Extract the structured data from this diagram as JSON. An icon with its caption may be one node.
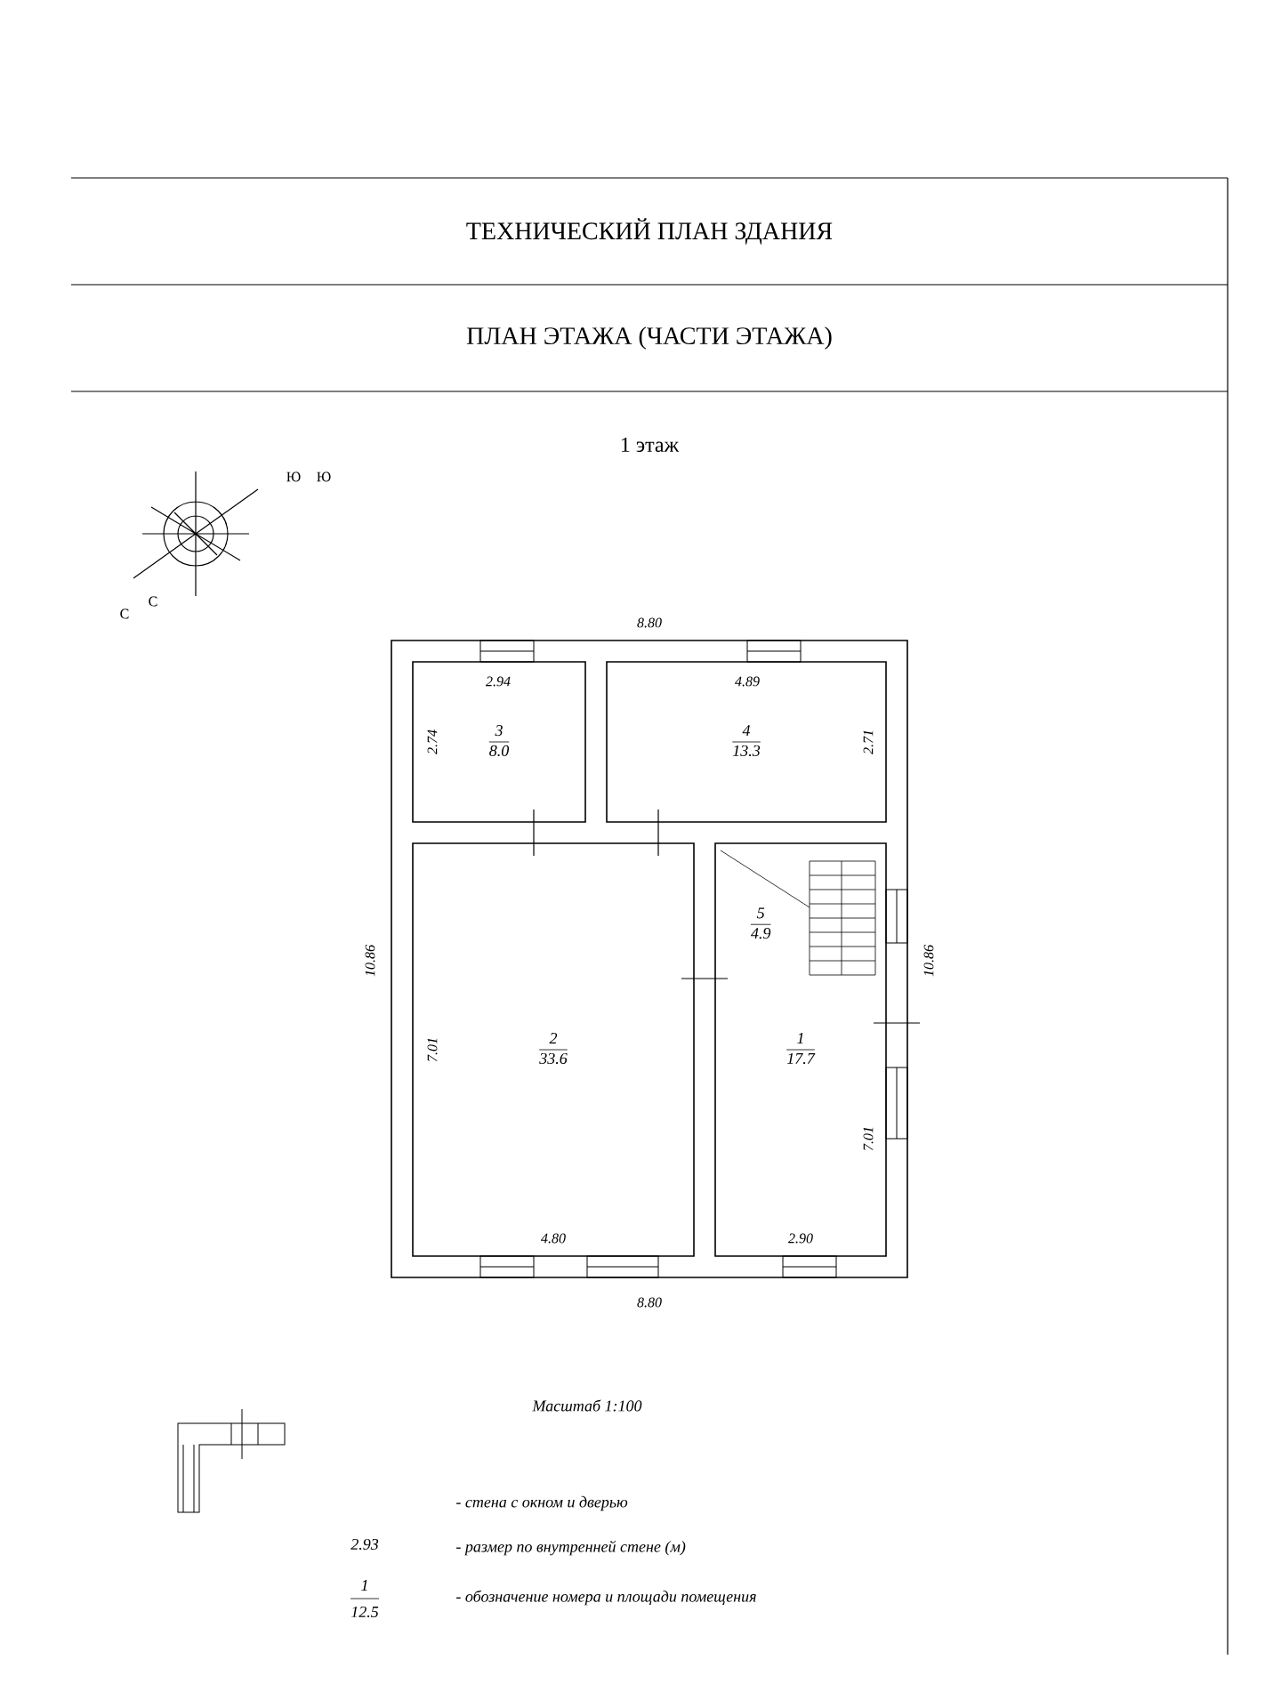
{
  "diagram": {
    "title": "ТЕХНИЧЕСКИЙ ПЛАН ЗДАНИЯ",
    "nodes": [
      {
        "text": [
          "3",
          "8.0"
        ]
      },
      {
        "text": [
          "4",
          "13.3"
        ]
      },
      {
        "text": [
          "2",
          "33.6"
        ]
      },
      {
        "text": [
          "1",
          "17.7"
        ]
      },
      {
        "text": [
          "5",
          "4.9"
        ],
        "in": 3
      }
    ],
    "edges": [],
    "labels": [
      "ПЛАН ЭТАЖА (ЧАСТИ ЭТАЖА)",
      "1 этаж",
      "Ю",
      "Ю",
      "С",
      "С",
      "8.80",
      "2.94",
      "4.89",
      "2.74",
      "2.71",
      "10.86",
      "10.86",
      "7.01",
      "7.01",
      "4.80",
      "2.90",
      "8.80",
      "Масштаб 1:100",
      "2.93",
      "1",
      "12.5"
    ],
    "legend": [
      {
        "text": "- стена с окном и дверью"
      },
      {
        "text": "- размер по внутренней стене (м)"
      },
      {
        "text": "- обозначение номера и площади помещения"
      }
    ]
  }
}
